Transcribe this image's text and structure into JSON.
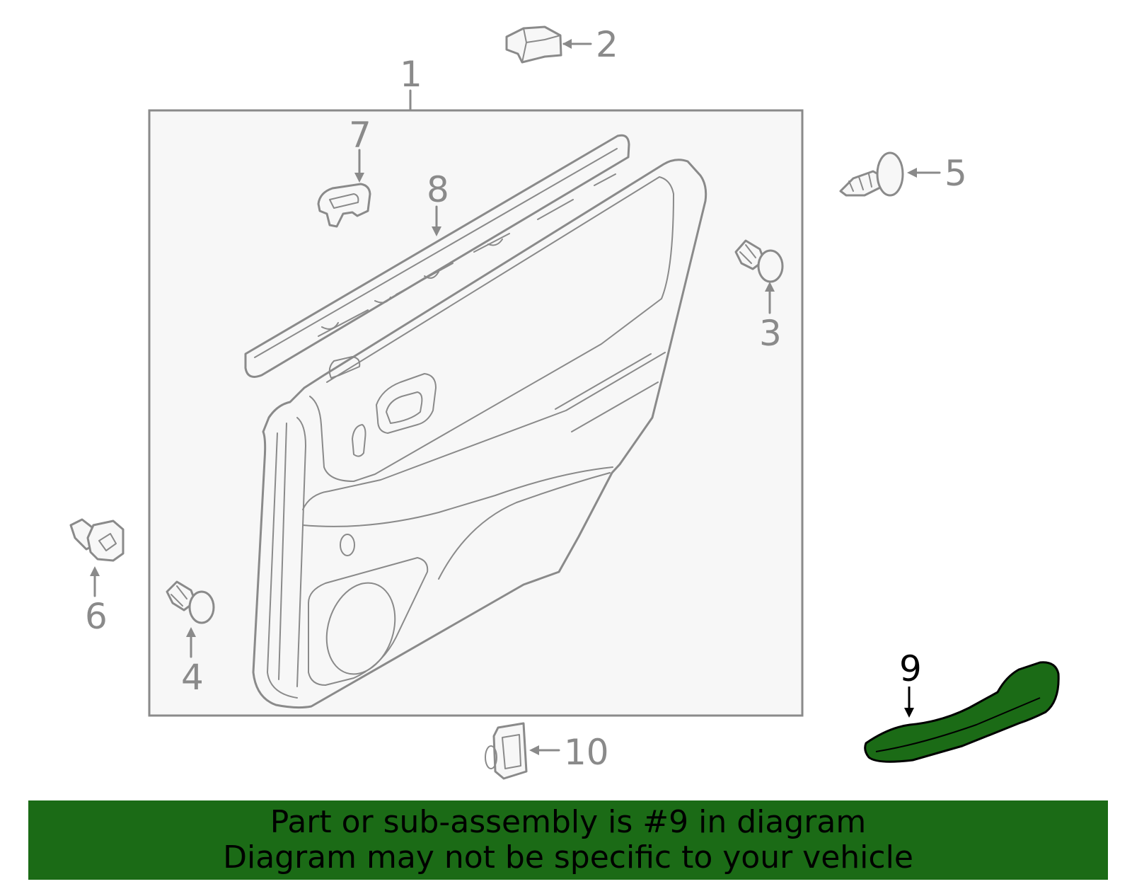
{
  "diagram": {
    "callouts": [
      {
        "id": "1",
        "label": "1"
      },
      {
        "id": "2",
        "label": "2"
      },
      {
        "id": "3",
        "label": "3"
      },
      {
        "id": "4",
        "label": "4"
      },
      {
        "id": "5",
        "label": "5"
      },
      {
        "id": "6",
        "label": "6"
      },
      {
        "id": "7",
        "label": "7"
      },
      {
        "id": "8",
        "label": "8"
      },
      {
        "id": "9",
        "label": "9"
      },
      {
        "id": "10",
        "label": "10"
      }
    ],
    "highlighted_part": "9",
    "colors": {
      "line": "#8a8a8a",
      "highlight_fill": "#1b6b16",
      "highlight_stroke": "#000000",
      "panel_bg": "#f7f7f7"
    }
  },
  "banner": {
    "line1": "Part or sub-assembly is #9 in diagram",
    "line2": "Diagram may not be specific to your vehicle",
    "background": "#1b6b16"
  }
}
